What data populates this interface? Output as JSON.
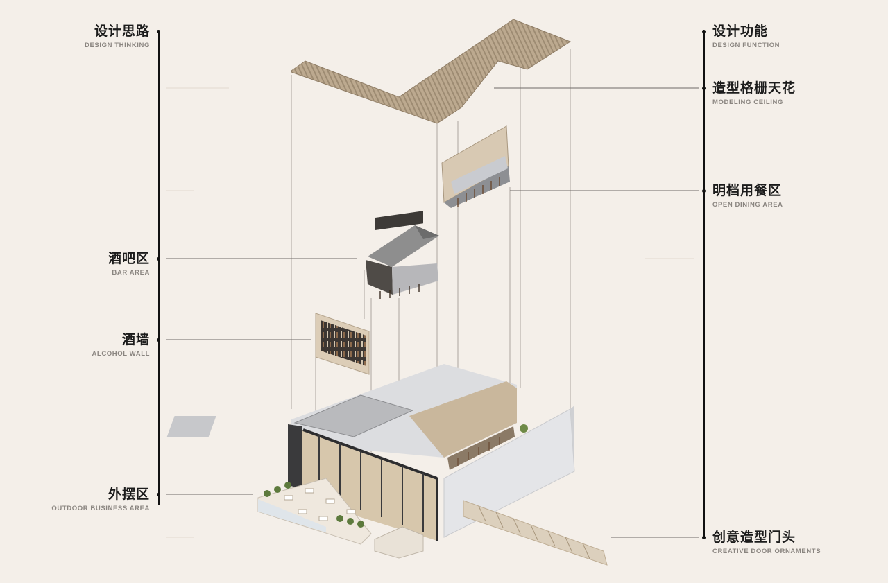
{
  "left_column": {
    "header": {
      "cn": "设计思路",
      "en": "DESIGN THINKING"
    },
    "items": [
      {
        "cn": "酒吧区",
        "en": "BAR AREA"
      },
      {
        "cn": "酒墙",
        "en": "ALCOHOL WALL"
      },
      {
        "cn": "外摆区",
        "en": "OUTDOOR BUSINESS AREA"
      }
    ]
  },
  "right_column": {
    "header": {
      "cn": "设计功能",
      "en": "DESIGN FUNCTION"
    },
    "items": [
      {
        "cn": "造型格栅天花",
        "en": "MODELING CEILING"
      },
      {
        "cn": "明档用餐区",
        "en": "OPEN DINING AREA"
      },
      {
        "cn": "创意造型门头",
        "en": "CREATIVE DOOR ORNAMENTS"
      }
    ]
  },
  "colors": {
    "background": "#f4efe9",
    "line": "#111111",
    "wood": "#b9a58a",
    "wall": "#e6e6e8"
  }
}
